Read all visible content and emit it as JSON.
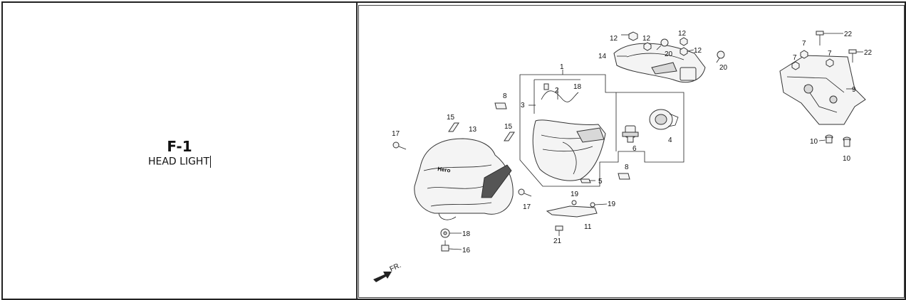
{
  "catalog": {
    "code": "F-1",
    "title": "HEAD LIGHT"
  },
  "diagram": {
    "brand_text": "Hero",
    "direction_text": "FR.",
    "callouts": [
      {
        "id": "c1",
        "text": "1"
      },
      {
        "id": "c2",
        "text": "2"
      },
      {
        "id": "c3",
        "text": "3"
      },
      {
        "id": "c4",
        "text": "4"
      },
      {
        "id": "c5",
        "text": "5"
      },
      {
        "id": "c6",
        "text": "6"
      },
      {
        "id": "c7a",
        "text": "7"
      },
      {
        "id": "c7b",
        "text": "7"
      },
      {
        "id": "c7c",
        "text": "7"
      },
      {
        "id": "c8a",
        "text": "8"
      },
      {
        "id": "c8b",
        "text": "8"
      },
      {
        "id": "c9",
        "text": "9"
      },
      {
        "id": "c10a",
        "text": "10"
      },
      {
        "id": "c10b",
        "text": "10"
      },
      {
        "id": "c11",
        "text": "11"
      },
      {
        "id": "c12a",
        "text": "12"
      },
      {
        "id": "c12b",
        "text": "12"
      },
      {
        "id": "c12c",
        "text": "12"
      },
      {
        "id": "c12d",
        "text": "12"
      },
      {
        "id": "c13",
        "text": "13"
      },
      {
        "id": "c14",
        "text": "14"
      },
      {
        "id": "c15a",
        "text": "15"
      },
      {
        "id": "c15b",
        "text": "15"
      },
      {
        "id": "c16",
        "text": "16"
      },
      {
        "id": "c17a",
        "text": "17"
      },
      {
        "id": "c17b",
        "text": "17"
      },
      {
        "id": "c18a",
        "text": "18"
      },
      {
        "id": "c18b",
        "text": "18"
      },
      {
        "id": "c19a",
        "text": "19"
      },
      {
        "id": "c19b",
        "text": "19"
      },
      {
        "id": "c20a",
        "text": "20"
      },
      {
        "id": "c20b",
        "text": "20"
      },
      {
        "id": "c21",
        "text": "21"
      },
      {
        "id": "c22a",
        "text": "22"
      },
      {
        "id": "c22b",
        "text": "22"
      }
    ]
  }
}
